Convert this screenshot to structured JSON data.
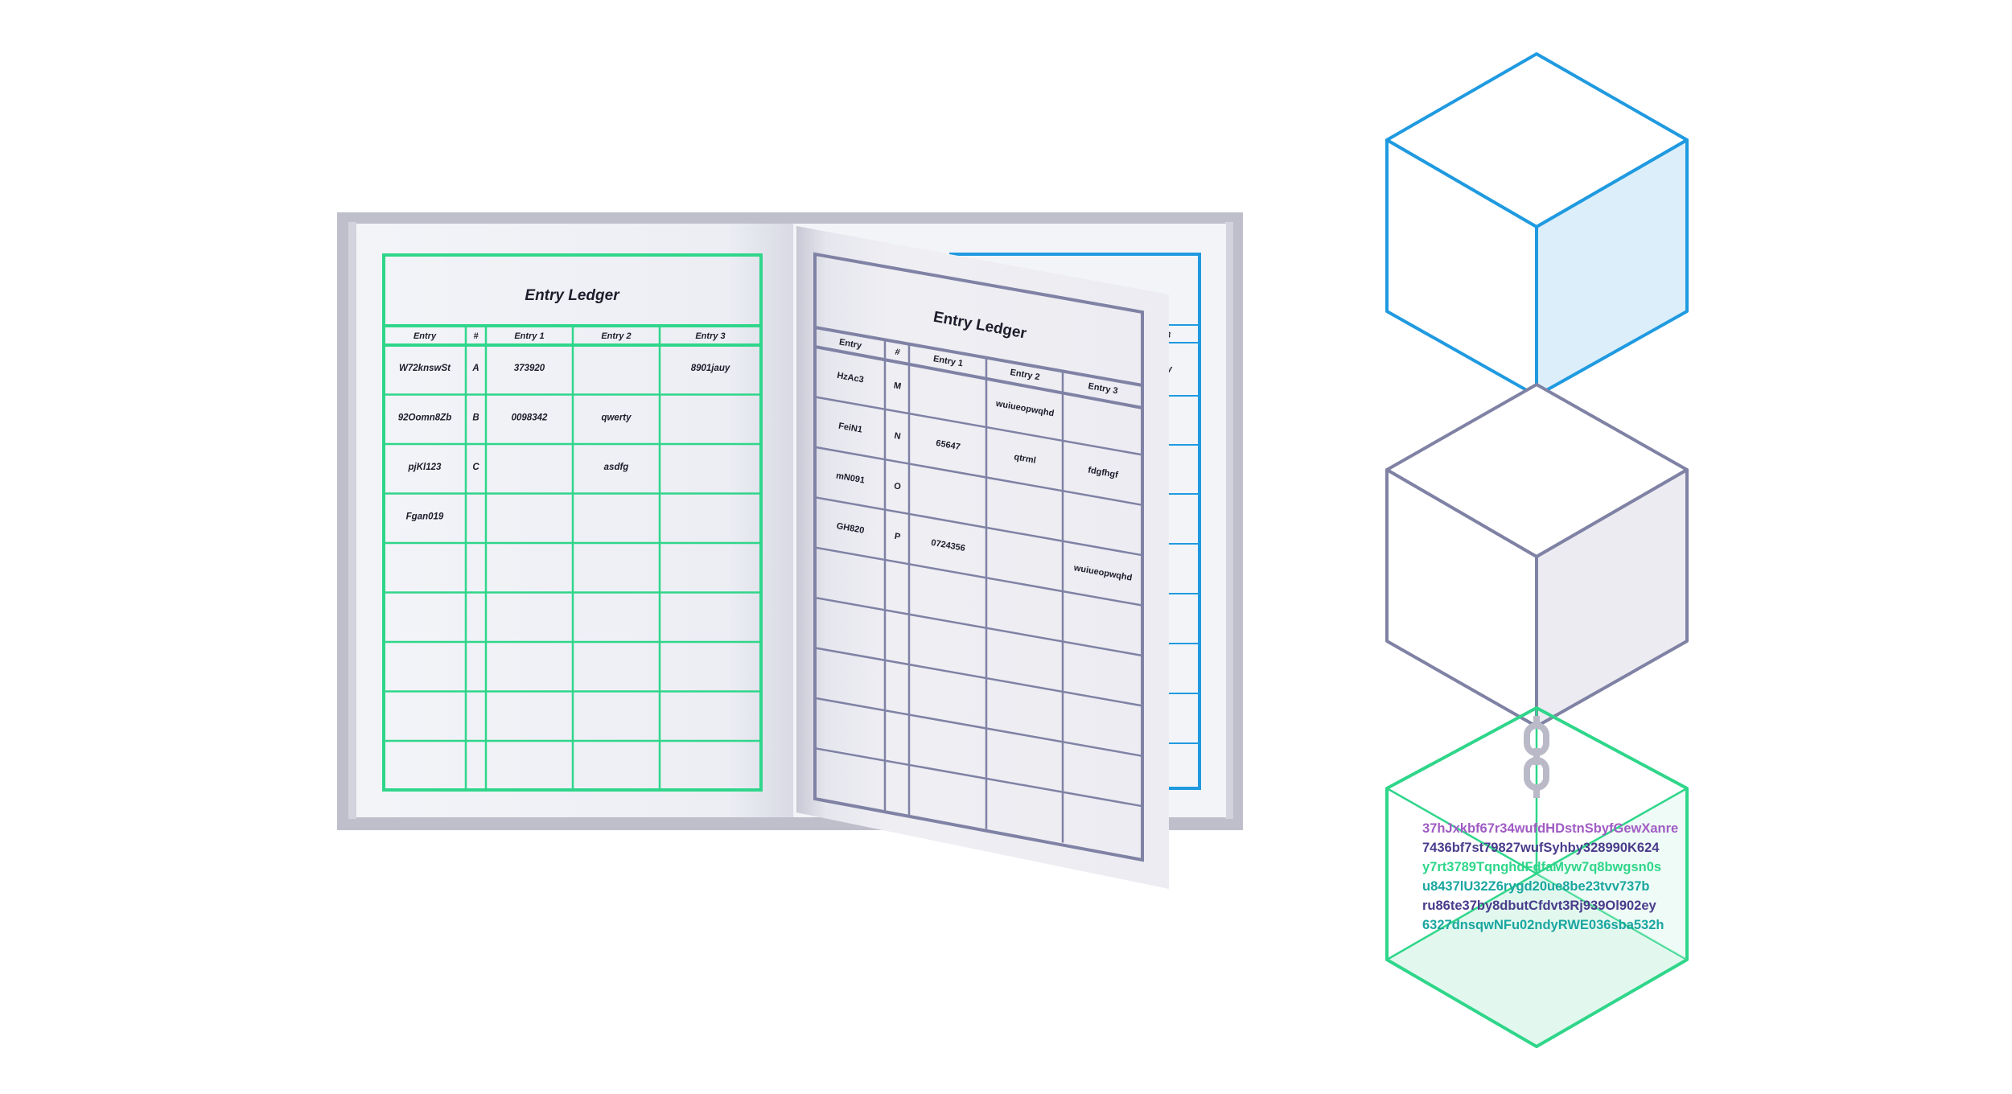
{
  "colors": {
    "green": "#2fd68a",
    "blue": "#1f9ae0",
    "slate": "#7f82a4",
    "book_cover": "#bfbfcc",
    "page": "#f3f4f8",
    "purple": "#a05cc4",
    "navy": "#4a3c8c",
    "teal": "#1aa6a0"
  },
  "left_page": {
    "title": "Entry Ledger",
    "headers": [
      "Entry",
      "#",
      "Entry 1",
      "Entry 2",
      "Entry 3"
    ],
    "rows": [
      [
        "W72knswSt",
        "A",
        "373920",
        "",
        "8901jauy"
      ],
      [
        "92Oomn8Zb",
        "B",
        "0098342",
        "qwerty",
        ""
      ],
      [
        "pjKl123",
        "C",
        "",
        "asdfg",
        ""
      ],
      [
        "Fgan019",
        "",
        "",
        "",
        ""
      ],
      [
        "",
        "",
        "",
        "",
        ""
      ],
      [
        "",
        "",
        "",
        "",
        ""
      ],
      [
        "",
        "",
        "",
        "",
        ""
      ],
      [
        "",
        "",
        "",
        "",
        ""
      ],
      [
        "",
        "",
        "",
        "",
        ""
      ]
    ]
  },
  "back_page": {
    "header_fragment": "3",
    "cell_fragment": "uy"
  },
  "turning_page": {
    "title": "Entry Ledger",
    "headers": [
      "Entry",
      "#",
      "Entry 1",
      "Entry 2",
      "Entry 3"
    ],
    "rows": [
      [
        "HzAc3",
        "M",
        "",
        "wuiueopwqhd",
        ""
      ],
      [
        "FeiN1",
        "N",
        "65647",
        "qtrml",
        "fdgfhgf"
      ],
      [
        "mN091",
        "O",
        "",
        "",
        ""
      ],
      [
        "GH820",
        "P",
        "0724356",
        "",
        "wuiueopwqhd"
      ],
      [
        "",
        "",
        "",
        "",
        ""
      ],
      [
        "",
        "",
        "",
        "",
        ""
      ],
      [
        "",
        "",
        "",
        "",
        ""
      ],
      [
        "",
        "",
        "",
        "",
        ""
      ],
      [
        "",
        "",
        "",
        "",
        ""
      ]
    ]
  },
  "blocks": [
    {
      "name": "blue-block",
      "color": "blue"
    },
    {
      "name": "slate-block",
      "color": "slate"
    },
    {
      "name": "green-block",
      "color": "green"
    }
  ],
  "hash_lines": [
    {
      "text": "37hJxkbf67r34wufdHDstnSbyfGewXanre",
      "color": "purple"
    },
    {
      "text": "7436bf7st79827wufSyhby328990K624",
      "color": "navy"
    },
    {
      "text": "y7rt3789TqnghdFdfaMyw7q8bwgsn0s",
      "color": "green"
    },
    {
      "text": "u8437lU32Z6rygd20ue8be23tvv737b",
      "color": "teal"
    },
    {
      "text": "ru86te37by8dbutCfdvt3Rj939Ol902ey",
      "color": "navy"
    },
    {
      "text": "6327dnsqwNFu02ndyRWE036sba532h",
      "color": "teal"
    }
  ]
}
